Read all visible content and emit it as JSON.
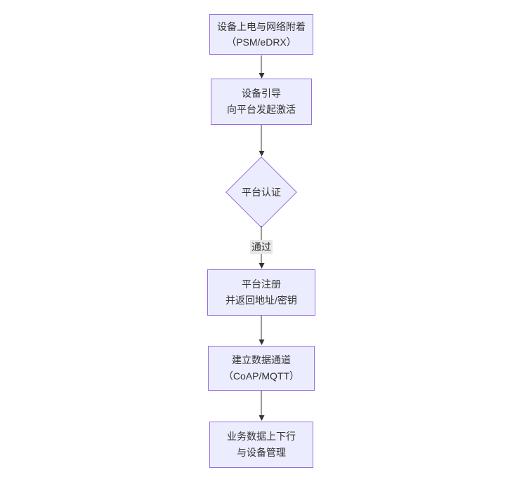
{
  "diagram": {
    "type": "flowchart-vertical",
    "colors": {
      "background": "#ffffff",
      "node_fill": "#ECECFF",
      "node_border": "#9370DB",
      "node_text": "#333333",
      "edge_line": "#333333",
      "edge_label_bg": "#e8e8e8"
    }
  },
  "nodes": [
    {
      "id": "power-on-attach",
      "type": "rect",
      "line1": "设备上电与网络附着",
      "line2": "（PSM/eDRX）"
    },
    {
      "id": "bootstrap",
      "type": "rect",
      "line1": "设备引导",
      "line2": "向平台发起激活"
    },
    {
      "id": "platform-auth",
      "type": "diamond",
      "line1": "平台认证",
      "line2": ""
    },
    {
      "id": "platform-register",
      "type": "rect",
      "line1": "平台注册",
      "line2": "并返回地址/密钥"
    },
    {
      "id": "data-channel",
      "type": "rect",
      "line1": "建立数据通道",
      "line2": "（CoAP/MQTT）"
    },
    {
      "id": "business-data",
      "type": "rect",
      "line1": "业务数据上下行",
      "line2": "与设备管理"
    }
  ],
  "edges": [
    {
      "from": "power-on-attach",
      "to": "bootstrap",
      "label": ""
    },
    {
      "from": "bootstrap",
      "to": "platform-auth",
      "label": ""
    },
    {
      "from": "platform-auth",
      "to": "platform-register",
      "label": "通过"
    },
    {
      "from": "platform-register",
      "to": "data-channel",
      "label": ""
    },
    {
      "from": "data-channel",
      "to": "business-data",
      "label": ""
    }
  ]
}
